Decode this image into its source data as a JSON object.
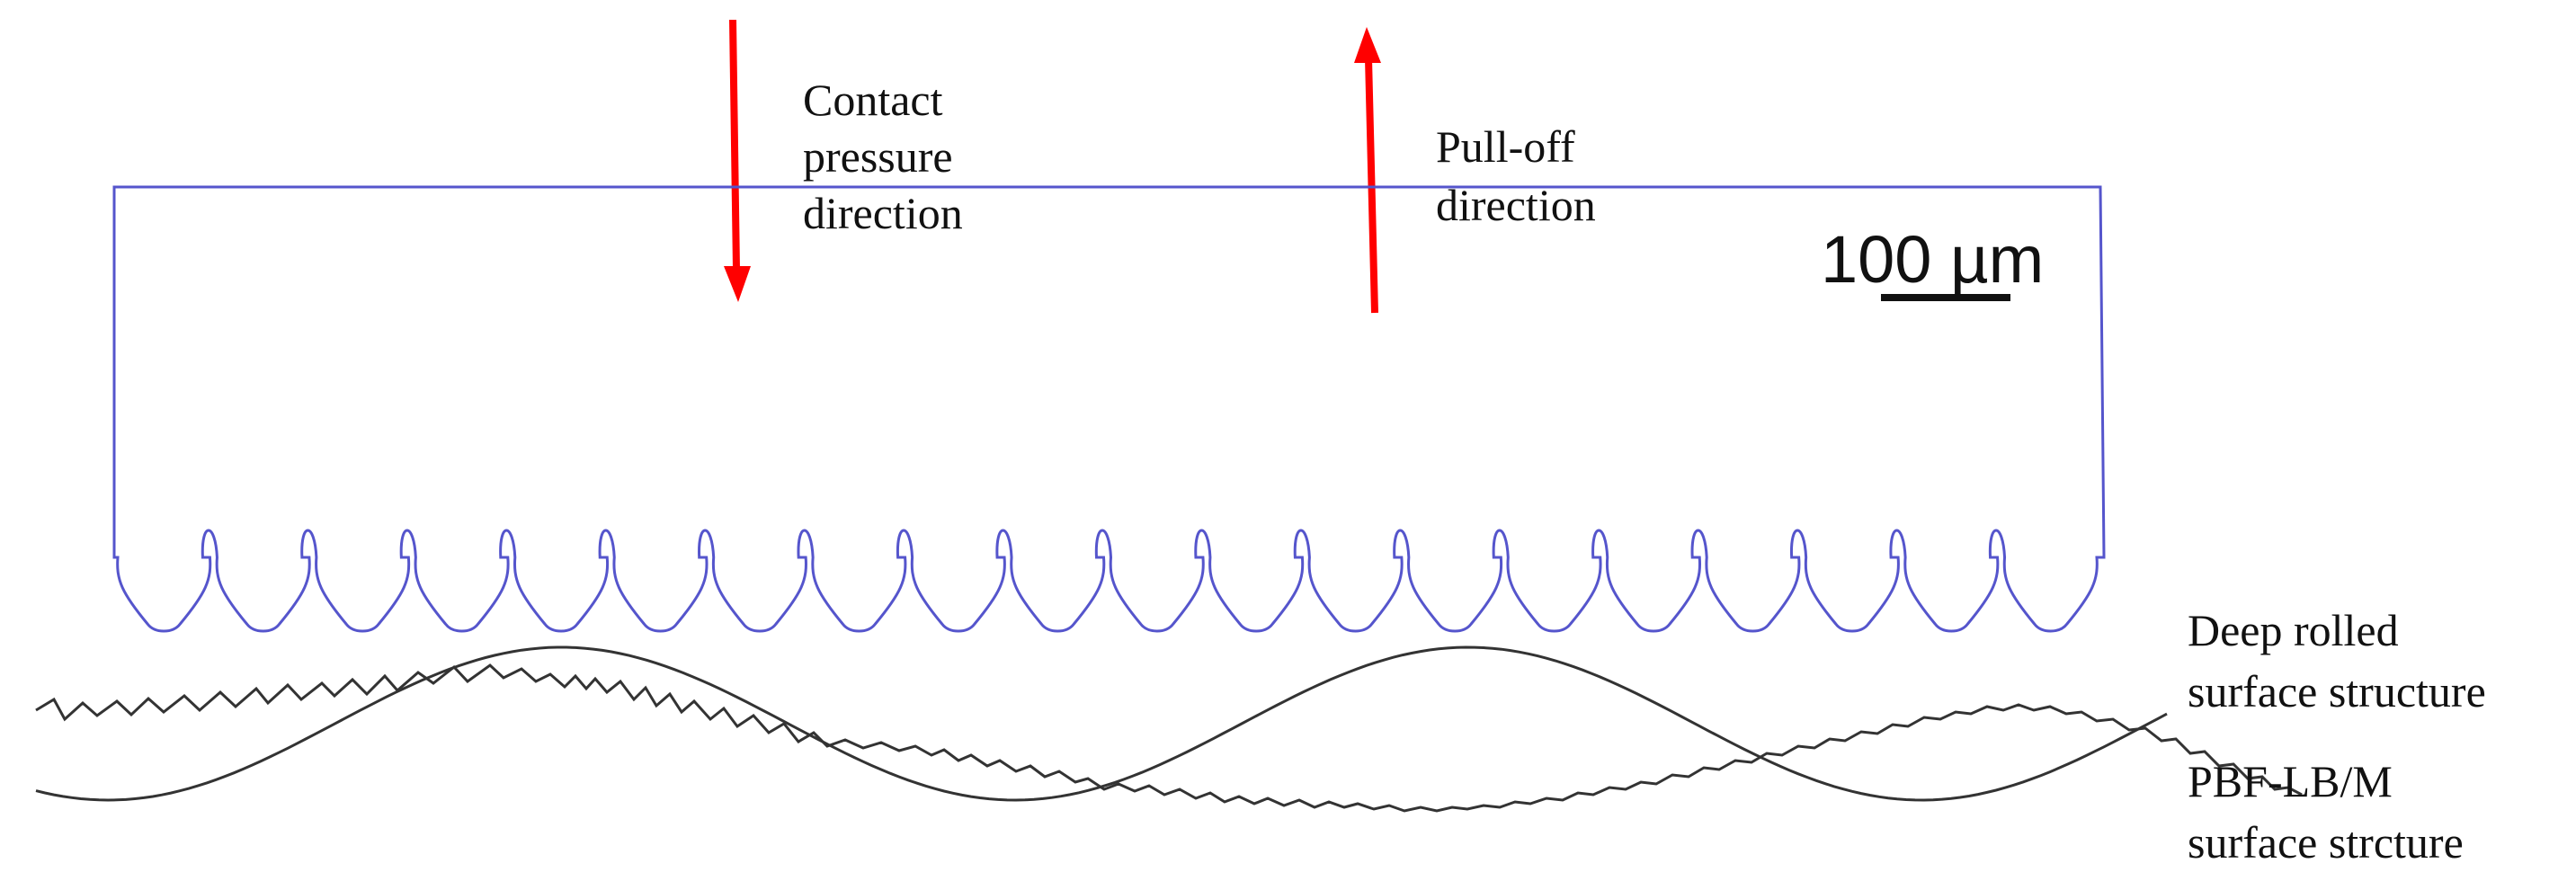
{
  "labels": {
    "contact": [
      "Contact",
      "pressure",
      "direction"
    ],
    "pulloff": [
      "Pull-off",
      "direction"
    ],
    "scale": "100 µm",
    "deep_rolled": [
      "Deep rolled",
      "surface structure"
    ],
    "pbf": [
      "PBF-LB/M",
      "surface strcture"
    ]
  },
  "colors": {
    "arrow": "#ff0000",
    "beam_outline": "#5555cc",
    "surface": "#333333",
    "text": "#111111",
    "scale_bar": "#111111"
  },
  "icons": {
    "contact_arrow": "arrow-down-icon",
    "pulloff_arrow": "arrow-up-icon"
  },
  "structure": {
    "mushroom_pillars": 20
  }
}
